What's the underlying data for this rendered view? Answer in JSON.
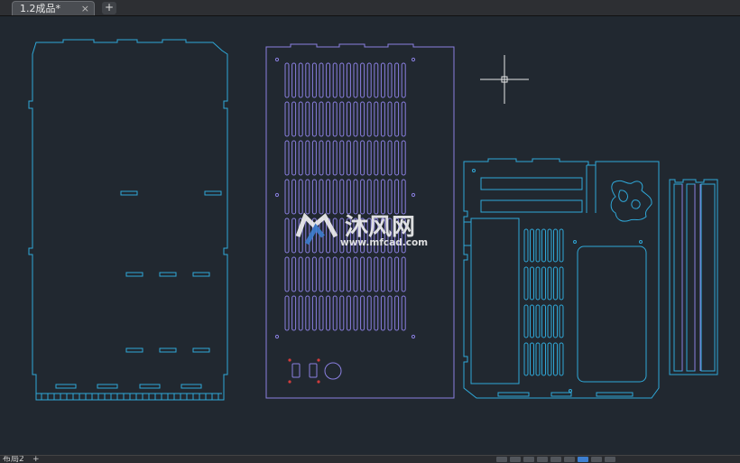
{
  "tabs": [
    {
      "label": "1.2成品*",
      "close": "×"
    }
  ],
  "new_tab": "+",
  "watermark": {
    "title": "沐风网",
    "url": "www.mfcad.com"
  },
  "layout_tab": "布局2",
  "layout_add": "+",
  "colors": {
    "background": "#212830",
    "cyan_outline": "#2fa8d8",
    "violet_outline": "#8a7fe0",
    "red_marker": "#d23c3c",
    "crosshair": "#e8e8e8"
  },
  "status_icons": [
    "grid-icon",
    "snap-icon",
    "ortho-icon",
    "polar-icon",
    "osnap-icon",
    "lineweight-icon",
    "annotation-icon",
    "workspace-icon",
    "settings-icon"
  ]
}
